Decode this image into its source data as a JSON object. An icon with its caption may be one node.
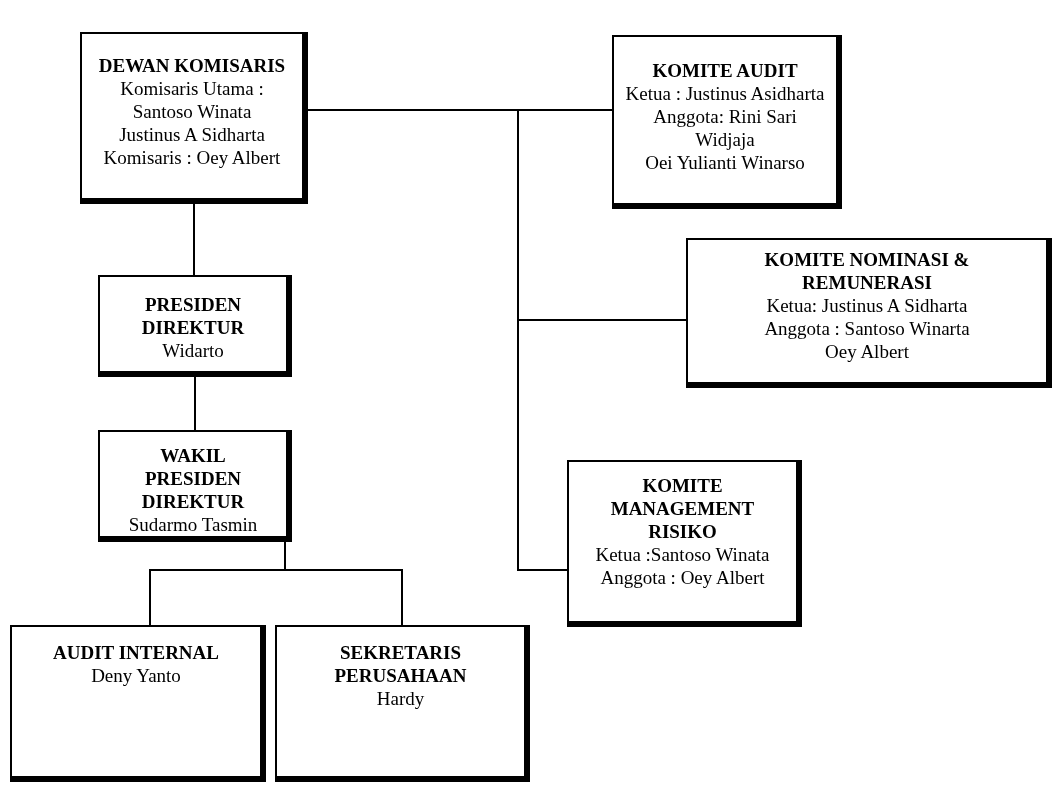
{
  "diagram": {
    "nodes": [
      {
        "text": [
          "DEWAN KOMISARIS",
          "Komisaris Utama : Santoso Winata",
          "Justinus A Sidharta",
          "Komisaris : Oey Albert"
        ]
      },
      {
        "text": [
          "KOMITE AUDIT",
          "Ketua : Justinus Asidharta",
          "Anggota: Rini Sari Widjaja",
          "Oei Yulianti Winarso"
        ]
      },
      {
        "text": [
          "PRESIDEN DIREKTUR",
          "Widarto"
        ]
      },
      {
        "text": [
          "KOMITE NOMINASI & REMUNERASI",
          "Ketua: Justinus A Sidharta",
          "Anggota : Santoso Winarta",
          "Oey Albert"
        ]
      },
      {
        "text": [
          "WAKIL PRESIDEN DIREKTUR",
          "Sudarmo Tasmin"
        ]
      },
      {
        "text": [
          "KOMITE MANAGEMENT RISIKO",
          "Ketua :Santoso Winata",
          "Anggota : Oey Albert"
        ]
      },
      {
        "text": [
          "AUDIT INTERNAL",
          "Deny Yanto"
        ]
      },
      {
        "text": [
          "SEKRETARIS PERUSAHAAN",
          "Hardy"
        ]
      }
    ],
    "edges": [
      {
        "from": 0,
        "to": 2,
        "arrow": "none"
      },
      {
        "from": 2,
        "to": 4,
        "arrow": "none"
      },
      {
        "from": 4,
        "to": 6,
        "arrow": "none"
      },
      {
        "from": 4,
        "to": 7,
        "arrow": "none"
      },
      {
        "from": 0,
        "to": 1,
        "arrow": "none"
      },
      {
        "from": 0,
        "to": 3,
        "arrow": "none"
      },
      {
        "from": 0,
        "to": 5,
        "arrow": "none"
      }
    ]
  }
}
